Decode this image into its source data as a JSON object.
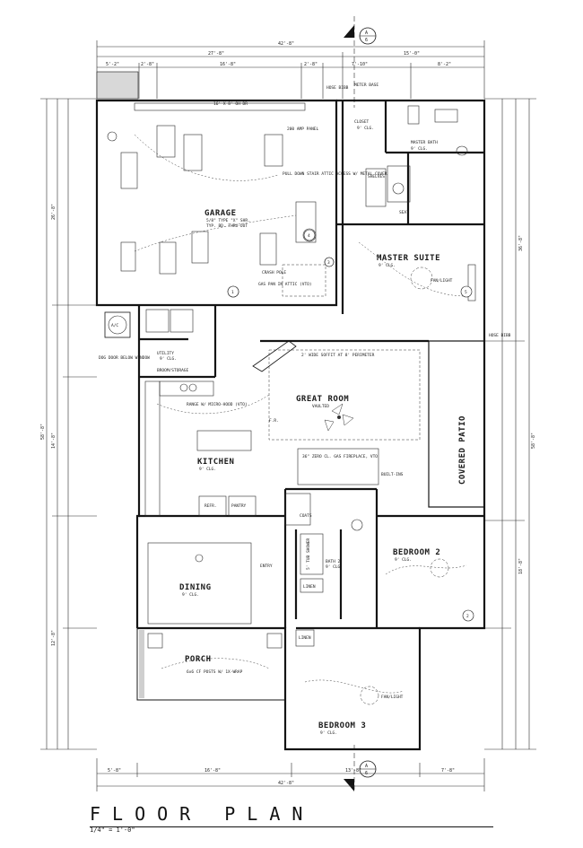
{
  "title": "FLOOR PLAN",
  "scale": "1/4\" = 1'-0\"",
  "section_marker": {
    "letter": "A",
    "number": "6"
  },
  "rooms": {
    "garage": {
      "name": "GARAGE",
      "note1": "5/8\" TYPE \"X\" SHR.",
      "note2": "TYP. BD. THRU-OUT"
    },
    "master_suite": {
      "name": "MASTER SUITE",
      "ceiling": "9' CLG."
    },
    "master_bath": {
      "name": "MASTER BATH",
      "ceiling": "9' CLG."
    },
    "closet": {
      "name": "CLOSET",
      "ceiling": "9' CLG."
    },
    "great_room": {
      "name": "GREAT ROOM",
      "ceiling": "VAULTED"
    },
    "kitchen": {
      "name": "KITCHEN",
      "ceiling": "9' CLG."
    },
    "utility": {
      "name": "UTILITY",
      "ceiling": "9' CLG."
    },
    "broom_storage": {
      "name": "BROOM/STORAGE"
    },
    "dining": {
      "name": "DINING",
      "ceiling": "9' CLG."
    },
    "entry": {
      "name": "ENTRY"
    },
    "bath2": {
      "name": "BATH 2",
      "ceiling": "9' CLG."
    },
    "bedroom2": {
      "name": "BEDROOM 2",
      "ceiling": "9' CLG."
    },
    "bedroom3": {
      "name": "BEDROOM 3",
      "ceiling": "9' CLG."
    },
    "porch": {
      "name": "PORCH",
      "note": "6x6 CF POSTS W/ 1X-WRAP"
    },
    "covered_patio": {
      "name": "COVERED PATIO"
    }
  },
  "labels": {
    "ac": "A/C",
    "dog_door": "DOG DOOR BELOW WINDOW",
    "coats": "COATS",
    "linen": "LINEN",
    "linen2": "LINEN",
    "pantry": "PANTRY",
    "refr": "REFR.",
    "built_ins": "BUILT-INS",
    "fireplace": "36\" ZERO CL. GAS FIREPLACE, VTO",
    "range": "RANGE W/ MICRO-HOOD (VTO)",
    "soffit": "2' WIDE SOFFIT AT 8' PERIMETER",
    "pull_down": "PULL DOWN STAIR ATTIC ACCESS W/ METAL COVER",
    "gas_pan": "GAS PAN IN ATTIC (VTO)",
    "crash_pole": "CRASH POLE",
    "panel": "200 AMP PANEL",
    "fan_light": "FAN/LIGHT",
    "shelves": "SHELVES",
    "seat": "SEAT",
    "hose_bibb": "HOSE BIBB",
    "hose_bibb_right": "HOSE BIBB",
    "meter_base": "METER BASE",
    "door_hdr": "16' X 8' OH DR",
    "vaulted_note": "F.R.",
    "tub_shower": "5' TUB SHOWER"
  },
  "dimensions": {
    "top_overall": "42'-8\"",
    "top_left": "27'-8\"",
    "top_right": "15'-0\"",
    "top_seg1": "5'-2\"",
    "top_seg2": "2'-8\"",
    "top_seg3": "16'-8\"",
    "top_seg4": "2'-8\"",
    "top_seg5": "7'-10\"",
    "top_seg6": "8'-2\"",
    "bottom_overall": "42'-8\"",
    "bottom_seg1": "5'-8\"",
    "bottom_seg2": "16'-8\"",
    "bottom_seg3": "13'-8\"",
    "bottom_seg4": "7'-8\"",
    "left_overall": "58'-8\"",
    "left_seg1": "26'-8\"",
    "left_seg2": "14'-8\"",
    "left_seg3": "12'-8\"",
    "right_overall": "58'-8\"",
    "right_seg1": "36'-8\"",
    "right_seg2": "18'-8\""
  },
  "tags": [
    "1",
    "2",
    "3",
    "4",
    "5"
  ],
  "colors": {
    "ink": "#141414",
    "paper": "#ffffff"
  }
}
